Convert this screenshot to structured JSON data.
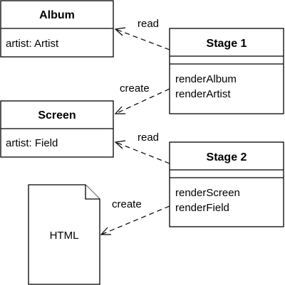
{
  "classes": {
    "album": {
      "name": "Album",
      "attributes": [
        "artist: Artist"
      ]
    },
    "screen": {
      "name": "Screen",
      "attributes": [
        "artist: Field"
      ]
    },
    "stage1": {
      "name": "Stage 1",
      "operations": [
        "renderAlbum",
        "renderArtist"
      ]
    },
    "stage2": {
      "name": "Stage 2",
      "operations": [
        "renderScreen",
        "renderField"
      ]
    }
  },
  "artifact": {
    "label": "HTML"
  },
  "relations": {
    "stage1_album": "read",
    "stage1_screen": "create",
    "stage2_screen": "read",
    "stage2_html": "create"
  }
}
